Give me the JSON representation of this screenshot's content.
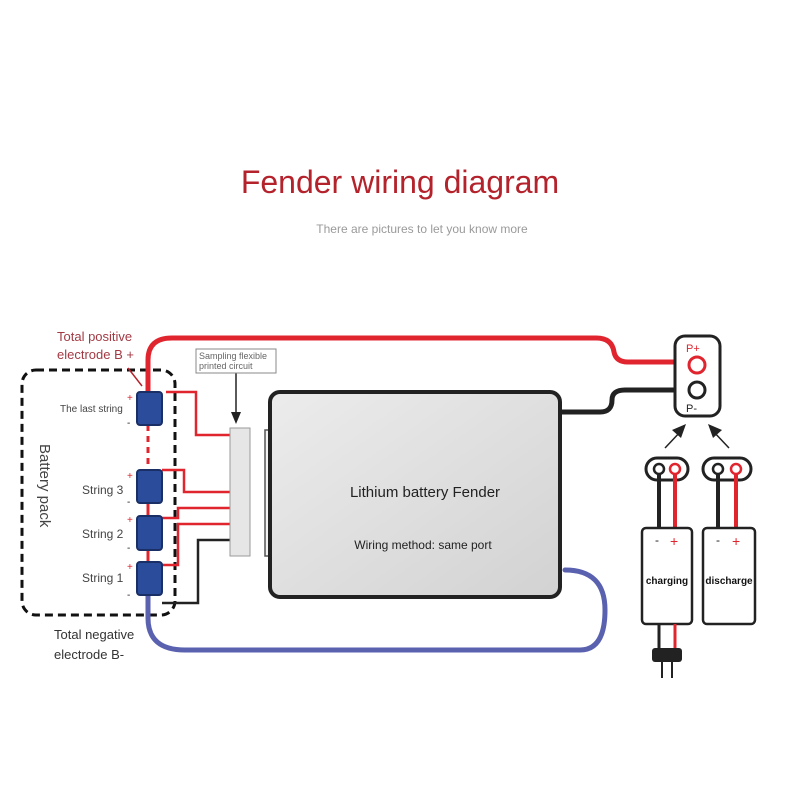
{
  "title": "Fender wiring diagram",
  "subtitle": "There are pictures to let you know more",
  "labels": {
    "total_positive_line1": "Total positive",
    "total_positive_line2": "electrode B +",
    "total_negative_line1": "Total negative",
    "total_negative_line2": "electrode B-",
    "battery_pack": "Battery pack",
    "last_string": "The last string",
    "string3": "String 3",
    "string2": "String 2",
    "string1": "String 1",
    "sampling_line1": "Sampling flexible",
    "sampling_line2": "printed circuit",
    "fender_name": "Lithium battery Fender",
    "wiring_method": "Wiring method: same port",
    "p_plus": "P+",
    "p_minus": "P-",
    "charging": "charging",
    "discharge": "discharge",
    "plus": "+",
    "minus": "-"
  },
  "colors": {
    "title": "#b4222c",
    "red_wire": "#e0252f",
    "blue_wire": "#5a62b0",
    "black_wire": "#222222",
    "cell_blue": "#2b4c9a",
    "fender_fill": "#dcdcdc",
    "label_red": "#a23a44"
  }
}
